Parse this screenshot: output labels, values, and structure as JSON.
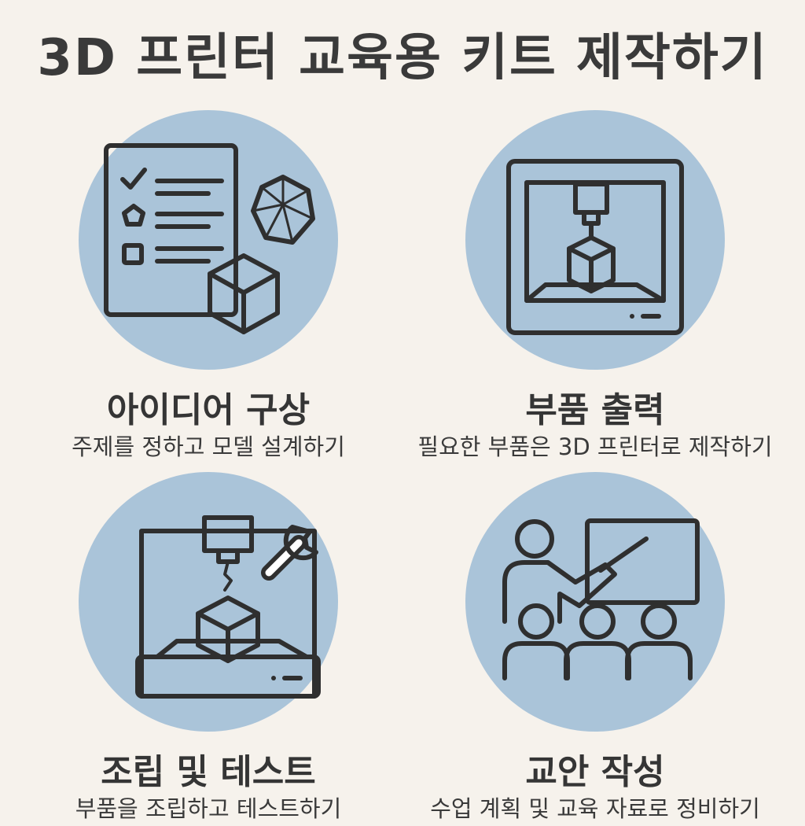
{
  "title": "3D 프린터 교육용 키트 제작하기",
  "colors": {
    "background": "#f6f2ec",
    "circle": "#aac4d9",
    "cube": "#8fb3d6",
    "cube_light": "#d9e7f2",
    "outline": "#2f2f2f"
  },
  "steps": [
    {
      "heading": "아이디어 구상",
      "description": "주제를 정하고 모델 설계하기",
      "icon": "checklist-cube-icon"
    },
    {
      "heading": "부품 출력",
      "description": "필요한 부품은 3D 프린터로 제작하기",
      "icon": "3d-printer-icon"
    },
    {
      "heading": "조립 및 테스트",
      "description": "부품을 조립하고 테스트하기",
      "icon": "printer-wrench-icon"
    },
    {
      "heading": "교안 작성",
      "description": "수업 계획 및 교육 자료로 정비하기",
      "icon": "teacher-classroom-icon"
    }
  ]
}
